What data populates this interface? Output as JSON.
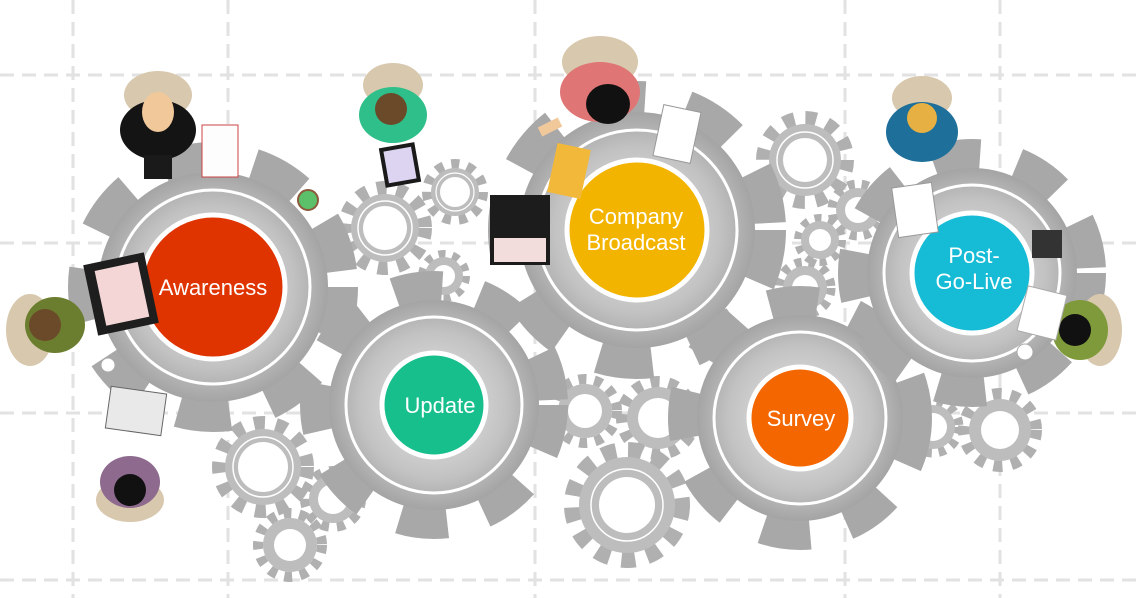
{
  "diagram": {
    "type": "gear-process",
    "background": "#ffffff",
    "grid_color": "#e2e2e2",
    "gear_color": "#b5b5b5",
    "stages": [
      {
        "id": "awareness",
        "label": "Awareness",
        "color": "#e03400"
      },
      {
        "id": "update",
        "label": "Update",
        "color": "#16bf8c"
      },
      {
        "id": "company-broadcast",
        "label_line1": "Company",
        "label_line2": "Broadcast",
        "color": "#f3b400"
      },
      {
        "id": "survey",
        "label": "Survey",
        "color": "#f46600"
      },
      {
        "id": "post-go-live",
        "label_line1": "Post-",
        "label_line2": "Go-Live",
        "color": "#16bcd6"
      }
    ],
    "people": [
      {
        "position": "top-left",
        "activity": "using tablet"
      },
      {
        "position": "left",
        "activity": "using laptop"
      },
      {
        "position": "bottom-left",
        "activity": "reading newspaper"
      },
      {
        "position": "top-center-left",
        "activity": "using tablet"
      },
      {
        "position": "top-center",
        "activity": "reviewing charts"
      },
      {
        "position": "top-right",
        "activity": "writing"
      },
      {
        "position": "right",
        "activity": "reviewing documents"
      }
    ]
  }
}
